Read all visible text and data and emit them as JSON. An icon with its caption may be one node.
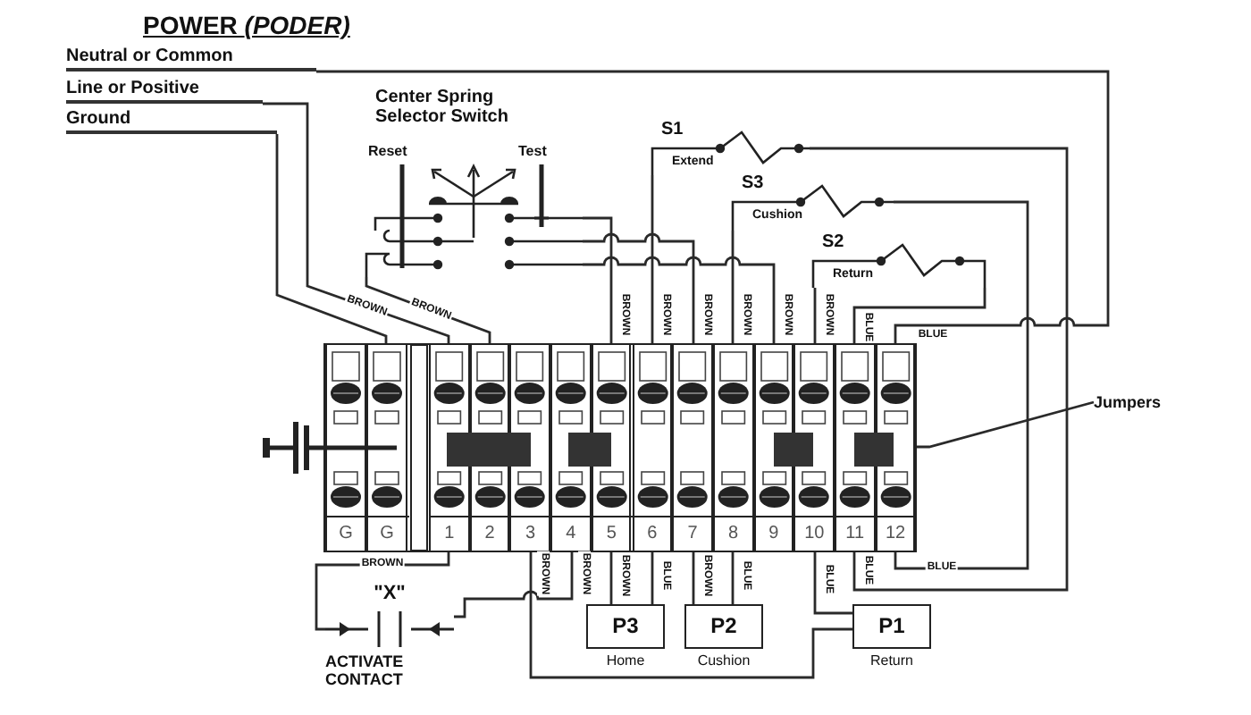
{
  "diagram": {
    "nodes": [
      {
        "text": [
          "Neutral or Common"
        ]
      },
      {
        "text": [
          "Line or Positive"
        ]
      },
      {
        "text": [
          "Ground"
        ]
      },
      {
        "text": [
          "Center Spring Selector Switch",
          "Reset",
          "Test"
        ]
      },
      {
        "text": [
          "S1",
          "Extend"
        ]
      },
      {
        "text": [
          "S3",
          "Cushion"
        ]
      },
      {
        "text": [
          "S2",
          "Return"
        ]
      },
      {
        "text": [],
        "shape": "box"
      },
      {
        "text": [
          "G"
        ],
        "in": 7
      },
      {
        "text": [
          "G"
        ],
        "in": 7
      },
      {
        "text": [
          "1"
        ],
        "in": 7
      },
      {
        "text": [
          "2"
        ],
        "in": 7
      },
      {
        "text": [
          "3"
        ],
        "in": 7
      },
      {
        "text": [
          "4"
        ],
        "in": 7
      },
      {
        "text": [
          "5"
        ],
        "in": 7
      },
      {
        "text": [
          "6"
        ],
        "in": 7
      },
      {
        "text": [
          "7"
        ],
        "in": 7
      },
      {
        "text": [
          "8"
        ],
        "in": 7
      },
      {
        "text": [
          "9"
        ],
        "in": 7
      },
      {
        "text": [
          "10"
        ],
        "in": 7
      },
      {
        "text": [
          "11"
        ],
        "in": 7
      },
      {
        "text": [
          "12"
        ],
        "in": 7
      },
      {
        "text": [
          "Jumpers"
        ]
      },
      {
        "text": [
          "\"X\"",
          "ACTIVATE CONTACT"
        ]
      },
      {
        "text": [
          "P3"
        ],
        "beside": [
          "Home"
        ]
      },
      {
        "text": [
          "P2"
        ],
        "beside": [
          "Cushion"
        ]
      },
      {
        "text": [
          "P1"
        ],
        "beside": [
          "Return"
        ]
      }
    ],
    "edges": [
      {
        "from": 0,
        "to": 21,
        "arrow": "none",
        "label": "BLUE"
      },
      {
        "from": 1,
        "to": 10,
        "arrow": "none",
        "label": "BROWN"
      },
      {
        "from": 2,
        "to": 9,
        "arrow": "none"
      },
      {
        "from": 3,
        "to": 11,
        "arrow": "none",
        "label": "BROWN"
      },
      {
        "from": 3,
        "to": 14,
        "arrow": "none",
        "label": "BROWN"
      },
      {
        "from": 4,
        "to": 15,
        "arrow": "none",
        "label": "BROWN"
      },
      {
        "from": 3,
        "to": 16,
        "arrow": "none",
        "label": "BROWN"
      },
      {
        "from": 5,
        "to": 17,
        "arrow": "none",
        "label": "BROWN"
      },
      {
        "from": 3,
        "to": 18,
        "arrow": "none",
        "label": "BROWN"
      },
      {
        "from": 6,
        "to": 19,
        "arrow": "none",
        "label": "BROWN"
      },
      {
        "from": 6,
        "to": 20,
        "arrow": "none",
        "label": "BLUE"
      },
      {
        "from": 4,
        "to": 20,
        "arrow": "none",
        "label": "BLUE"
      },
      {
        "from": 5,
        "to": 21,
        "arrow": "none",
        "label": "BLUE"
      },
      {
        "from": 10,
        "to": 23,
        "arrow": "none",
        "label": "BROWN"
      },
      {
        "from": 23,
        "to": 13,
        "arrow": "none",
        "label": "BROWN"
      },
      {
        "from": 14,
        "to": 24,
        "arrow": "none",
        "label": "BROWN"
      },
      {
        "from": 15,
        "to": 24,
        "arrow": "none",
        "label": "BLUE"
      },
      {
        "from": 16,
        "to": 25,
        "arrow": "none",
        "label": "BROWN"
      },
      {
        "from": 17,
        "to": 25,
        "arrow": "none",
        "label": "BLUE"
      },
      {
        "from": 19,
        "to": 26,
        "arrow": "none",
        "label": "BLUE"
      },
      {
        "from": 26,
        "to": 12,
        "arrow": "none",
        "label": "BROWN"
      },
      {
        "from": 22,
        "to": 21,
        "arrow": "none"
      }
    ],
    "labels": [
      "POWER *(PODER)*"
    ]
  }
}
